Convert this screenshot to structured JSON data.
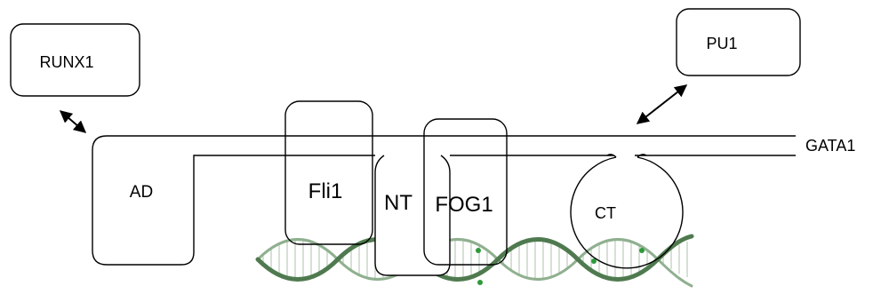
{
  "diagram": {
    "proteins": {
      "runx1": "RUNX1",
      "pu1": "PU1",
      "gata1": "GATA1"
    },
    "domains": {
      "ad": "AD",
      "nt": "NT",
      "ct": "CT",
      "fli1": "Fli1",
      "fog1": "FOG1"
    }
  },
  "colors": {
    "outline": "#000000",
    "helix_dark": "#4f7a4f",
    "helix_light": "#8fb08f",
    "helix_spot": "#2e9a3a",
    "background": "#ffffff"
  },
  "icons": {
    "interaction_arrow": "double-headed-arrow",
    "dna": "double-helix"
  }
}
